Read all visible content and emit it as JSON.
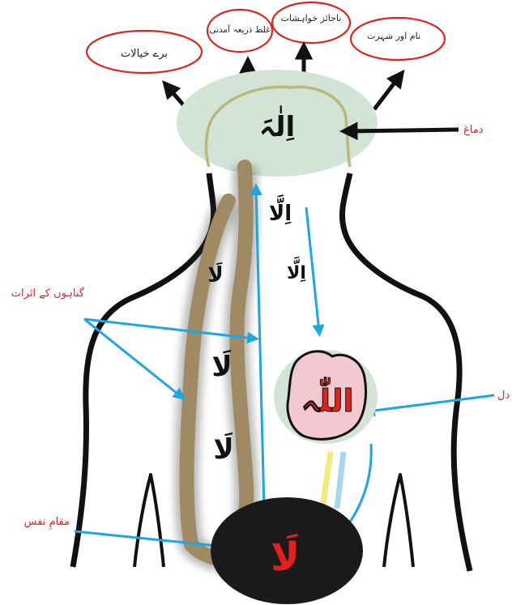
{
  "top_bubbles": [
    {
      "id": "bad-thoughts",
      "text": "برے خیالات"
    },
    {
      "id": "wrong-income",
      "text": "غلط ذریعہ آمدنی"
    },
    {
      "id": "illegitimate-desires",
      "text": "ناجائز خواہشات"
    },
    {
      "id": "fame-and-name",
      "text": "نام اور شہرت"
    }
  ],
  "brain_label": "دماغ",
  "brain_word": "اِلٰہَ",
  "neck_word_1": "اِلَّا",
  "neck_word_2": "اِلَّا",
  "sins_label": "گناہوں کے اثرات",
  "tube_words": [
    "لَا",
    "لَا",
    "لَا"
  ],
  "heart_label": "دل",
  "heart_word": "اللّٰہ",
  "nafs_label": "مقامِ نفس",
  "nafs_word": "لَا",
  "colors": {
    "brain_fill": "#d3e3d6",
    "brain_outline": "#b8b879",
    "tube": "#a08a63",
    "arrow_blue": "#1ea6e0",
    "bubble_red": "#e0231f",
    "nafs_black": "#1a1a1a",
    "nafs_word_red": "#e3201e",
    "heart_fill": "#f2c9d1"
  }
}
